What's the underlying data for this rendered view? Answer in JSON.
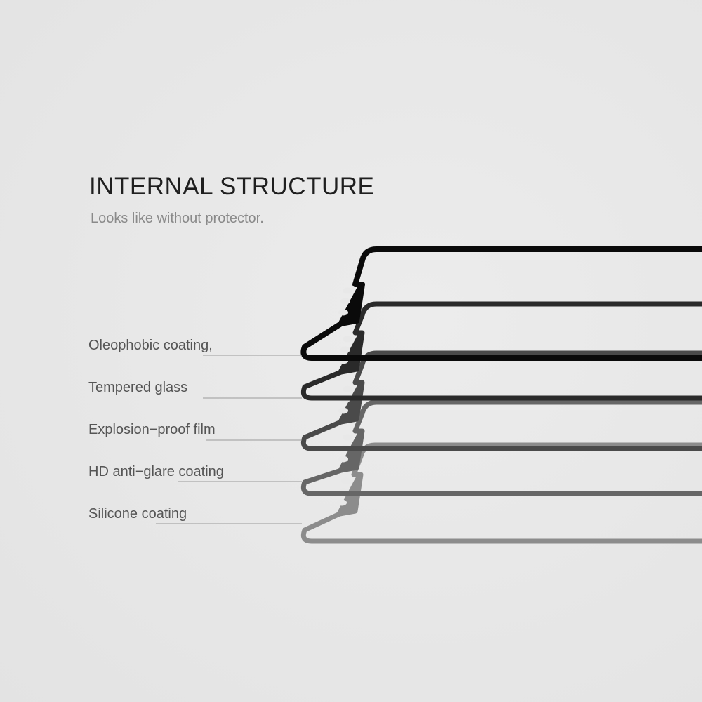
{
  "heading": {
    "title": "INTERNAL STRUCTURE",
    "subtitle": "Looks like without protector."
  },
  "layers": [
    {
      "label": "Oleophobic coating,"
    },
    {
      "label": "Tempered glass"
    },
    {
      "label": "Explosion−proof film"
    },
    {
      "label": "HD anti−glare coating"
    },
    {
      "label": "Silicone coating"
    }
  ],
  "colors": {
    "background": "#e8e8e8",
    "title": "#1f1f1f",
    "subtitle": "#8a8a8a",
    "label": "#555555",
    "leader_line": "#9a9a9a",
    "layer_frames": [
      "#0a0a0a",
      "#2a2a2a",
      "#4a4a4a",
      "#666666",
      "#8c8c8c"
    ]
  }
}
